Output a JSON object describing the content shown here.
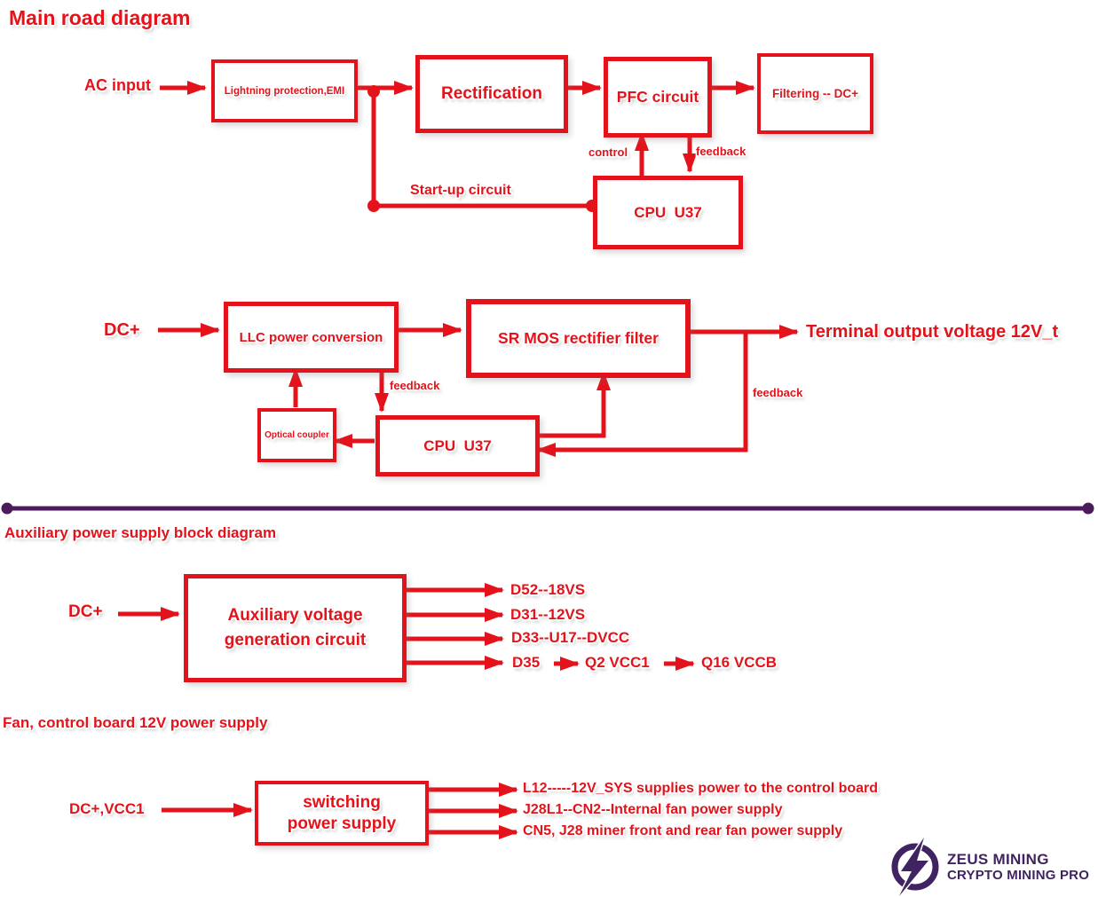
{
  "colors": {
    "diagram_red": "#e4131b",
    "divider_purple": "#4b1c59",
    "logo_purple": "#402462",
    "background": "#ffffff"
  },
  "main": {
    "title": "Main road diagram",
    "ac_input": "AC input",
    "lightning_box": "Lightning protection,EMI",
    "rectification_box": "Rectification",
    "pfc_box": "PFC circuit",
    "filtering_box": "Filtering -- DC+",
    "cpu_box": "CPU  U37",
    "control_label": "control",
    "feedback_label": "feedback",
    "startup_label": "Start-up circuit"
  },
  "llc": {
    "dc_input": "DC+",
    "llc_box": "LLC power conversion",
    "srmos_box": "SR MOS rectifier filter",
    "optical_box": "Optical coupler",
    "cpu_box": "CPU  U37",
    "feedback_label_left": "feedback",
    "feedback_label_right": "feedback",
    "terminal_label": "Terminal output voltage 12V_t"
  },
  "aux": {
    "title": "Auxiliary power supply block diagram",
    "dc_input": "DC+",
    "box_line1": "Auxiliary voltage",
    "box_line2": "generation circuit",
    "outputs": [
      "D52--18VS",
      "D31--12VS",
      "D33--U17--DVCC"
    ],
    "chain": [
      "D35",
      "Q2 VCC1",
      "Q16 VCCB"
    ]
  },
  "fan": {
    "title": "Fan, control board 12V power supply",
    "dc_input": "DC+,VCC1",
    "box_line1": "switching",
    "box_line2": "power supply",
    "outputs": [
      "L12-----12V_SYS supplies power to the control board",
      "J28L1--CN2--Internal fan power supply",
      "CN5, J28 miner front and rear fan power supply"
    ]
  },
  "logo": {
    "name": "ZEUS MINING",
    "tagline": "CRYPTO MINING PRO"
  }
}
